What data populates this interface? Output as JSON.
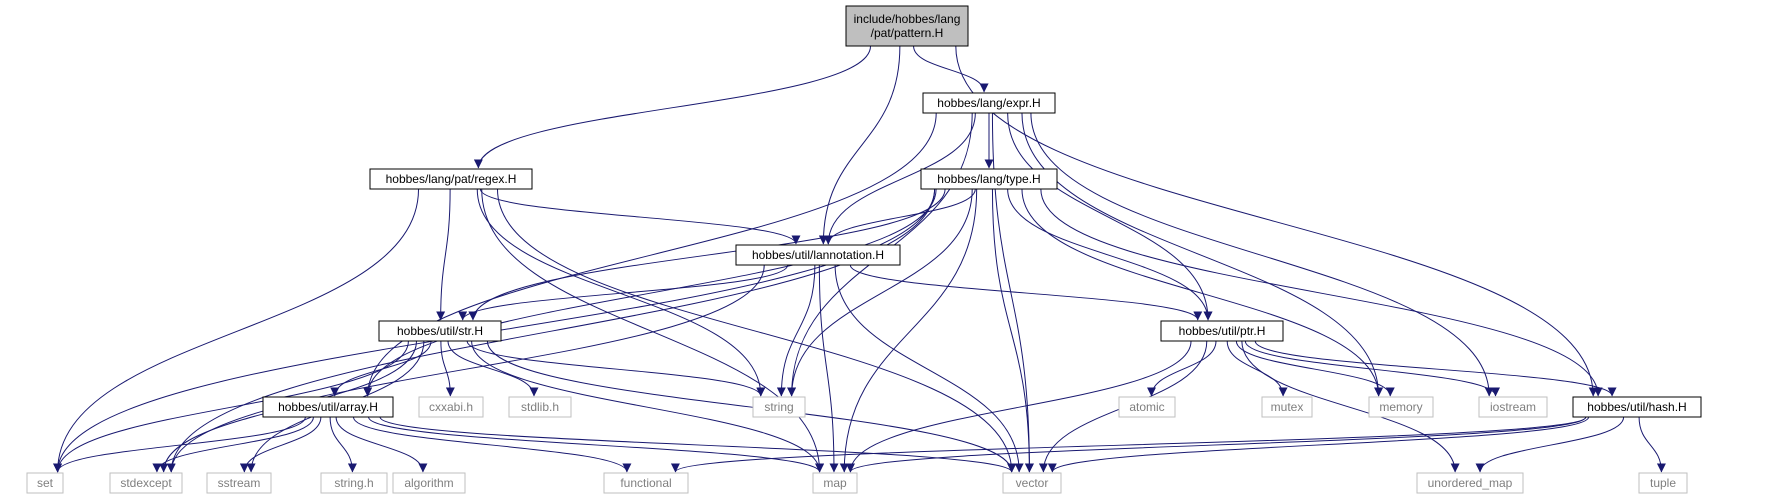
{
  "diagram": {
    "nodes": [
      {
        "id": "pattern",
        "label": "include/hobbes/lang\n/pat/pattern.H",
        "kind": "root"
      },
      {
        "id": "expr",
        "label": "hobbes/lang/expr.H",
        "kind": "file"
      },
      {
        "id": "regex",
        "label": "hobbes/lang/pat/regex.H",
        "kind": "file"
      },
      {
        "id": "type",
        "label": "hobbes/lang/type.H",
        "kind": "file"
      },
      {
        "id": "lannotation",
        "label": "hobbes/util/lannotation.H",
        "kind": "file"
      },
      {
        "id": "str",
        "label": "hobbes/util/str.H",
        "kind": "file"
      },
      {
        "id": "ptr",
        "label": "hobbes/util/ptr.H",
        "kind": "file"
      },
      {
        "id": "array",
        "label": "hobbes/util/array.H",
        "kind": "file"
      },
      {
        "id": "hash",
        "label": "hobbes/util/hash.H",
        "kind": "file"
      },
      {
        "id": "cxxabi",
        "label": "cxxabi.h",
        "kind": "sys"
      },
      {
        "id": "stdlib",
        "label": "stdlib.h",
        "kind": "sys"
      },
      {
        "id": "string",
        "label": "string",
        "kind": "sys"
      },
      {
        "id": "atomic",
        "label": "atomic",
        "kind": "sys"
      },
      {
        "id": "mutex",
        "label": "mutex",
        "kind": "sys"
      },
      {
        "id": "memory",
        "label": "memory",
        "kind": "sys"
      },
      {
        "id": "iostream",
        "label": "iostream",
        "kind": "sys"
      },
      {
        "id": "set",
        "label": "set",
        "kind": "sys"
      },
      {
        "id": "stdexcept",
        "label": "stdexcept",
        "kind": "sys"
      },
      {
        "id": "sstream",
        "label": "sstream",
        "kind": "sys"
      },
      {
        "id": "stringh",
        "label": "string.h",
        "kind": "sys"
      },
      {
        "id": "algorithm",
        "label": "algorithm",
        "kind": "sys"
      },
      {
        "id": "functional",
        "label": "functional",
        "kind": "sys"
      },
      {
        "id": "map",
        "label": "map",
        "kind": "sys"
      },
      {
        "id": "vector",
        "label": "vector",
        "kind": "sys"
      },
      {
        "id": "unordered_map",
        "label": "unordered_map",
        "kind": "sys"
      },
      {
        "id": "tuple",
        "label": "tuple",
        "kind": "sys"
      }
    ],
    "edges": [
      [
        "pattern",
        "expr"
      ],
      [
        "pattern",
        "regex"
      ],
      [
        "pattern",
        "lannotation"
      ],
      [
        "pattern",
        "hash"
      ],
      [
        "expr",
        "type"
      ],
      [
        "expr",
        "lannotation"
      ],
      [
        "expr",
        "array"
      ],
      [
        "expr",
        "ptr"
      ],
      [
        "expr",
        "string"
      ],
      [
        "expr",
        "memory"
      ],
      [
        "expr",
        "iostream"
      ],
      [
        "expr",
        "vector"
      ],
      [
        "regex",
        "lannotation"
      ],
      [
        "regex",
        "str"
      ],
      [
        "regex",
        "set"
      ],
      [
        "regex",
        "map"
      ],
      [
        "regex",
        "string"
      ],
      [
        "regex",
        "vector"
      ],
      [
        "type",
        "lannotation"
      ],
      [
        "type",
        "str"
      ],
      [
        "type",
        "array"
      ],
      [
        "type",
        "ptr"
      ],
      [
        "type",
        "hash"
      ],
      [
        "type",
        "set"
      ],
      [
        "type",
        "stdexcept"
      ],
      [
        "type",
        "string"
      ],
      [
        "type",
        "map"
      ],
      [
        "type",
        "vector"
      ],
      [
        "type",
        "memory"
      ],
      [
        "lannotation",
        "str"
      ],
      [
        "lannotation",
        "ptr"
      ],
      [
        "lannotation",
        "string"
      ],
      [
        "lannotation",
        "map"
      ],
      [
        "lannotation",
        "vector"
      ],
      [
        "lannotation",
        "stdexcept"
      ],
      [
        "str",
        "array"
      ],
      [
        "str",
        "cxxabi"
      ],
      [
        "str",
        "stdlib"
      ],
      [
        "str",
        "string"
      ],
      [
        "str",
        "set"
      ],
      [
        "str",
        "stdexcept"
      ],
      [
        "str",
        "sstream"
      ],
      [
        "str",
        "map"
      ],
      [
        "str",
        "vector"
      ],
      [
        "ptr",
        "atomic"
      ],
      [
        "ptr",
        "mutex"
      ],
      [
        "ptr",
        "memory"
      ],
      [
        "ptr",
        "iostream"
      ],
      [
        "ptr",
        "unordered_map"
      ],
      [
        "ptr",
        "hash"
      ],
      [
        "ptr",
        "map"
      ],
      [
        "ptr",
        "vector"
      ],
      [
        "array",
        "set"
      ],
      [
        "array",
        "stdexcept"
      ],
      [
        "array",
        "sstream"
      ],
      [
        "array",
        "stringh"
      ],
      [
        "array",
        "algorithm"
      ],
      [
        "array",
        "functional"
      ],
      [
        "array",
        "map"
      ],
      [
        "array",
        "vector"
      ],
      [
        "hash",
        "tuple"
      ],
      [
        "hash",
        "unordered_map"
      ],
      [
        "hash",
        "vector"
      ],
      [
        "hash",
        "functional"
      ],
      [
        "hash",
        "map"
      ]
    ]
  }
}
